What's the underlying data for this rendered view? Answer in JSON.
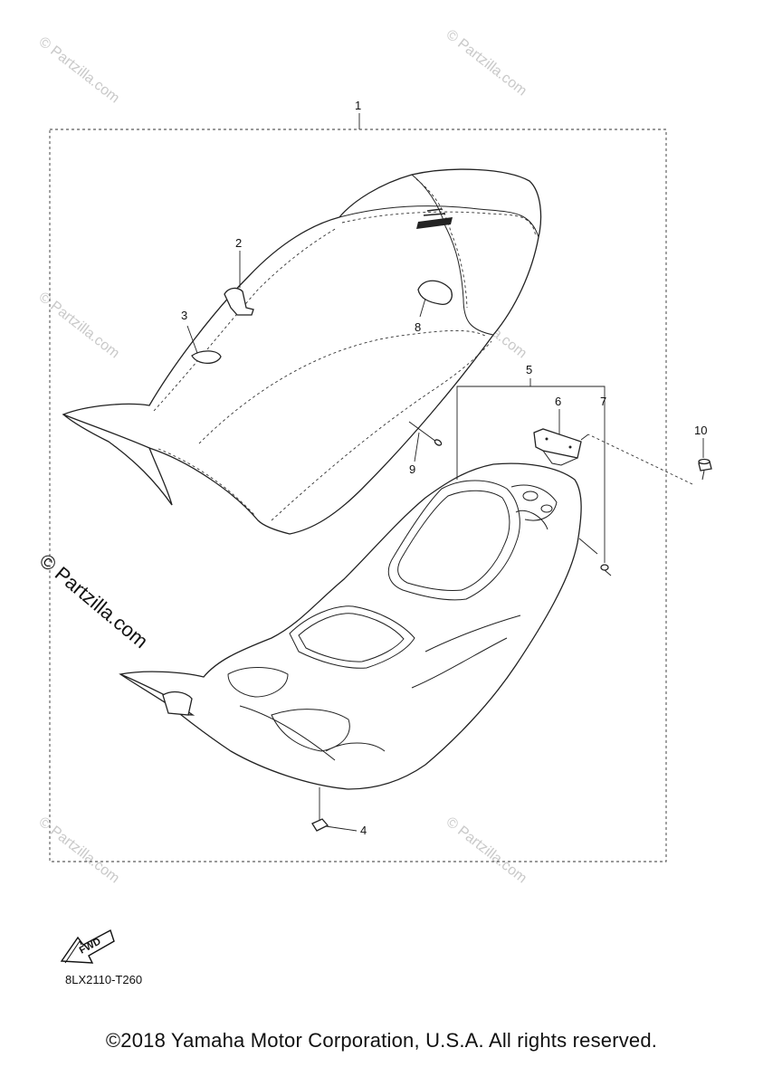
{
  "watermark": {
    "text": "© Partzilla.com",
    "large_text": "© Partzilla.com"
  },
  "callouts": {
    "c1": "1",
    "c2": "2",
    "c3": "3",
    "c4": "4",
    "c5": "5",
    "c6": "6",
    "c7": "7",
    "c8": "8",
    "c9": "9",
    "c10": "10"
  },
  "fwd_badge": "FWD",
  "part_code": "8LX2110-T260",
  "copyright": "©2018 Yamaha Motor Corporation, U.S.A. All rights reserved."
}
